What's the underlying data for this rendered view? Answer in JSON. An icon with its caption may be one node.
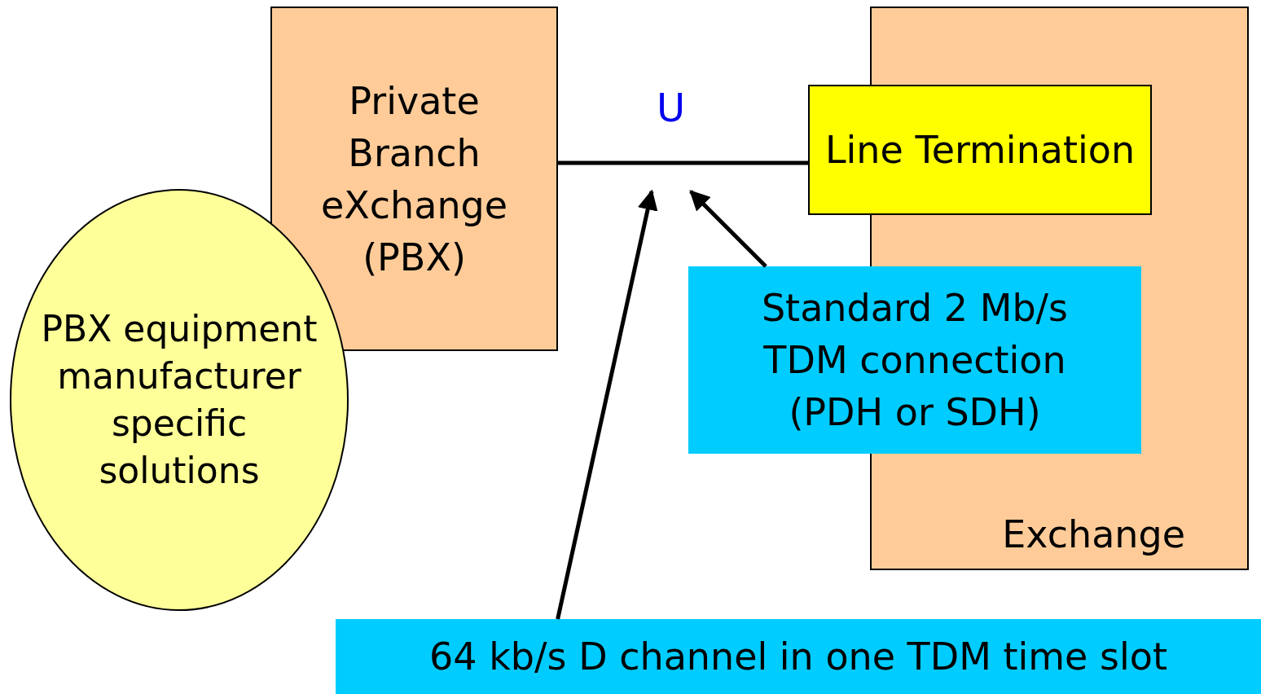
{
  "diagram": {
    "nodes": [
      {
        "text": [
          "Private Branch eXchange (PBX)"
        ]
      },
      {
        "text": [
          "PBX equipment manufacturer specific solutions"
        ]
      },
      {
        "text": [
          "Exchange"
        ]
      },
      {
        "text": [
          "Line Termination"
        ]
      },
      {
        "text": [
          "Standard 2 Mb/s TDM connection (PDH or SDH)"
        ]
      },
      {
        "text": [
          "64 kb/s D channel in one TDM time slot"
        ]
      }
    ],
    "edges": [
      {
        "from": 0,
        "to": 3,
        "arrow": "none",
        "label": "U"
      },
      {
        "from": 4,
        "to": null,
        "arrow": "to"
      },
      {
        "from": 5,
        "to": null,
        "arrow": "to"
      }
    ]
  }
}
